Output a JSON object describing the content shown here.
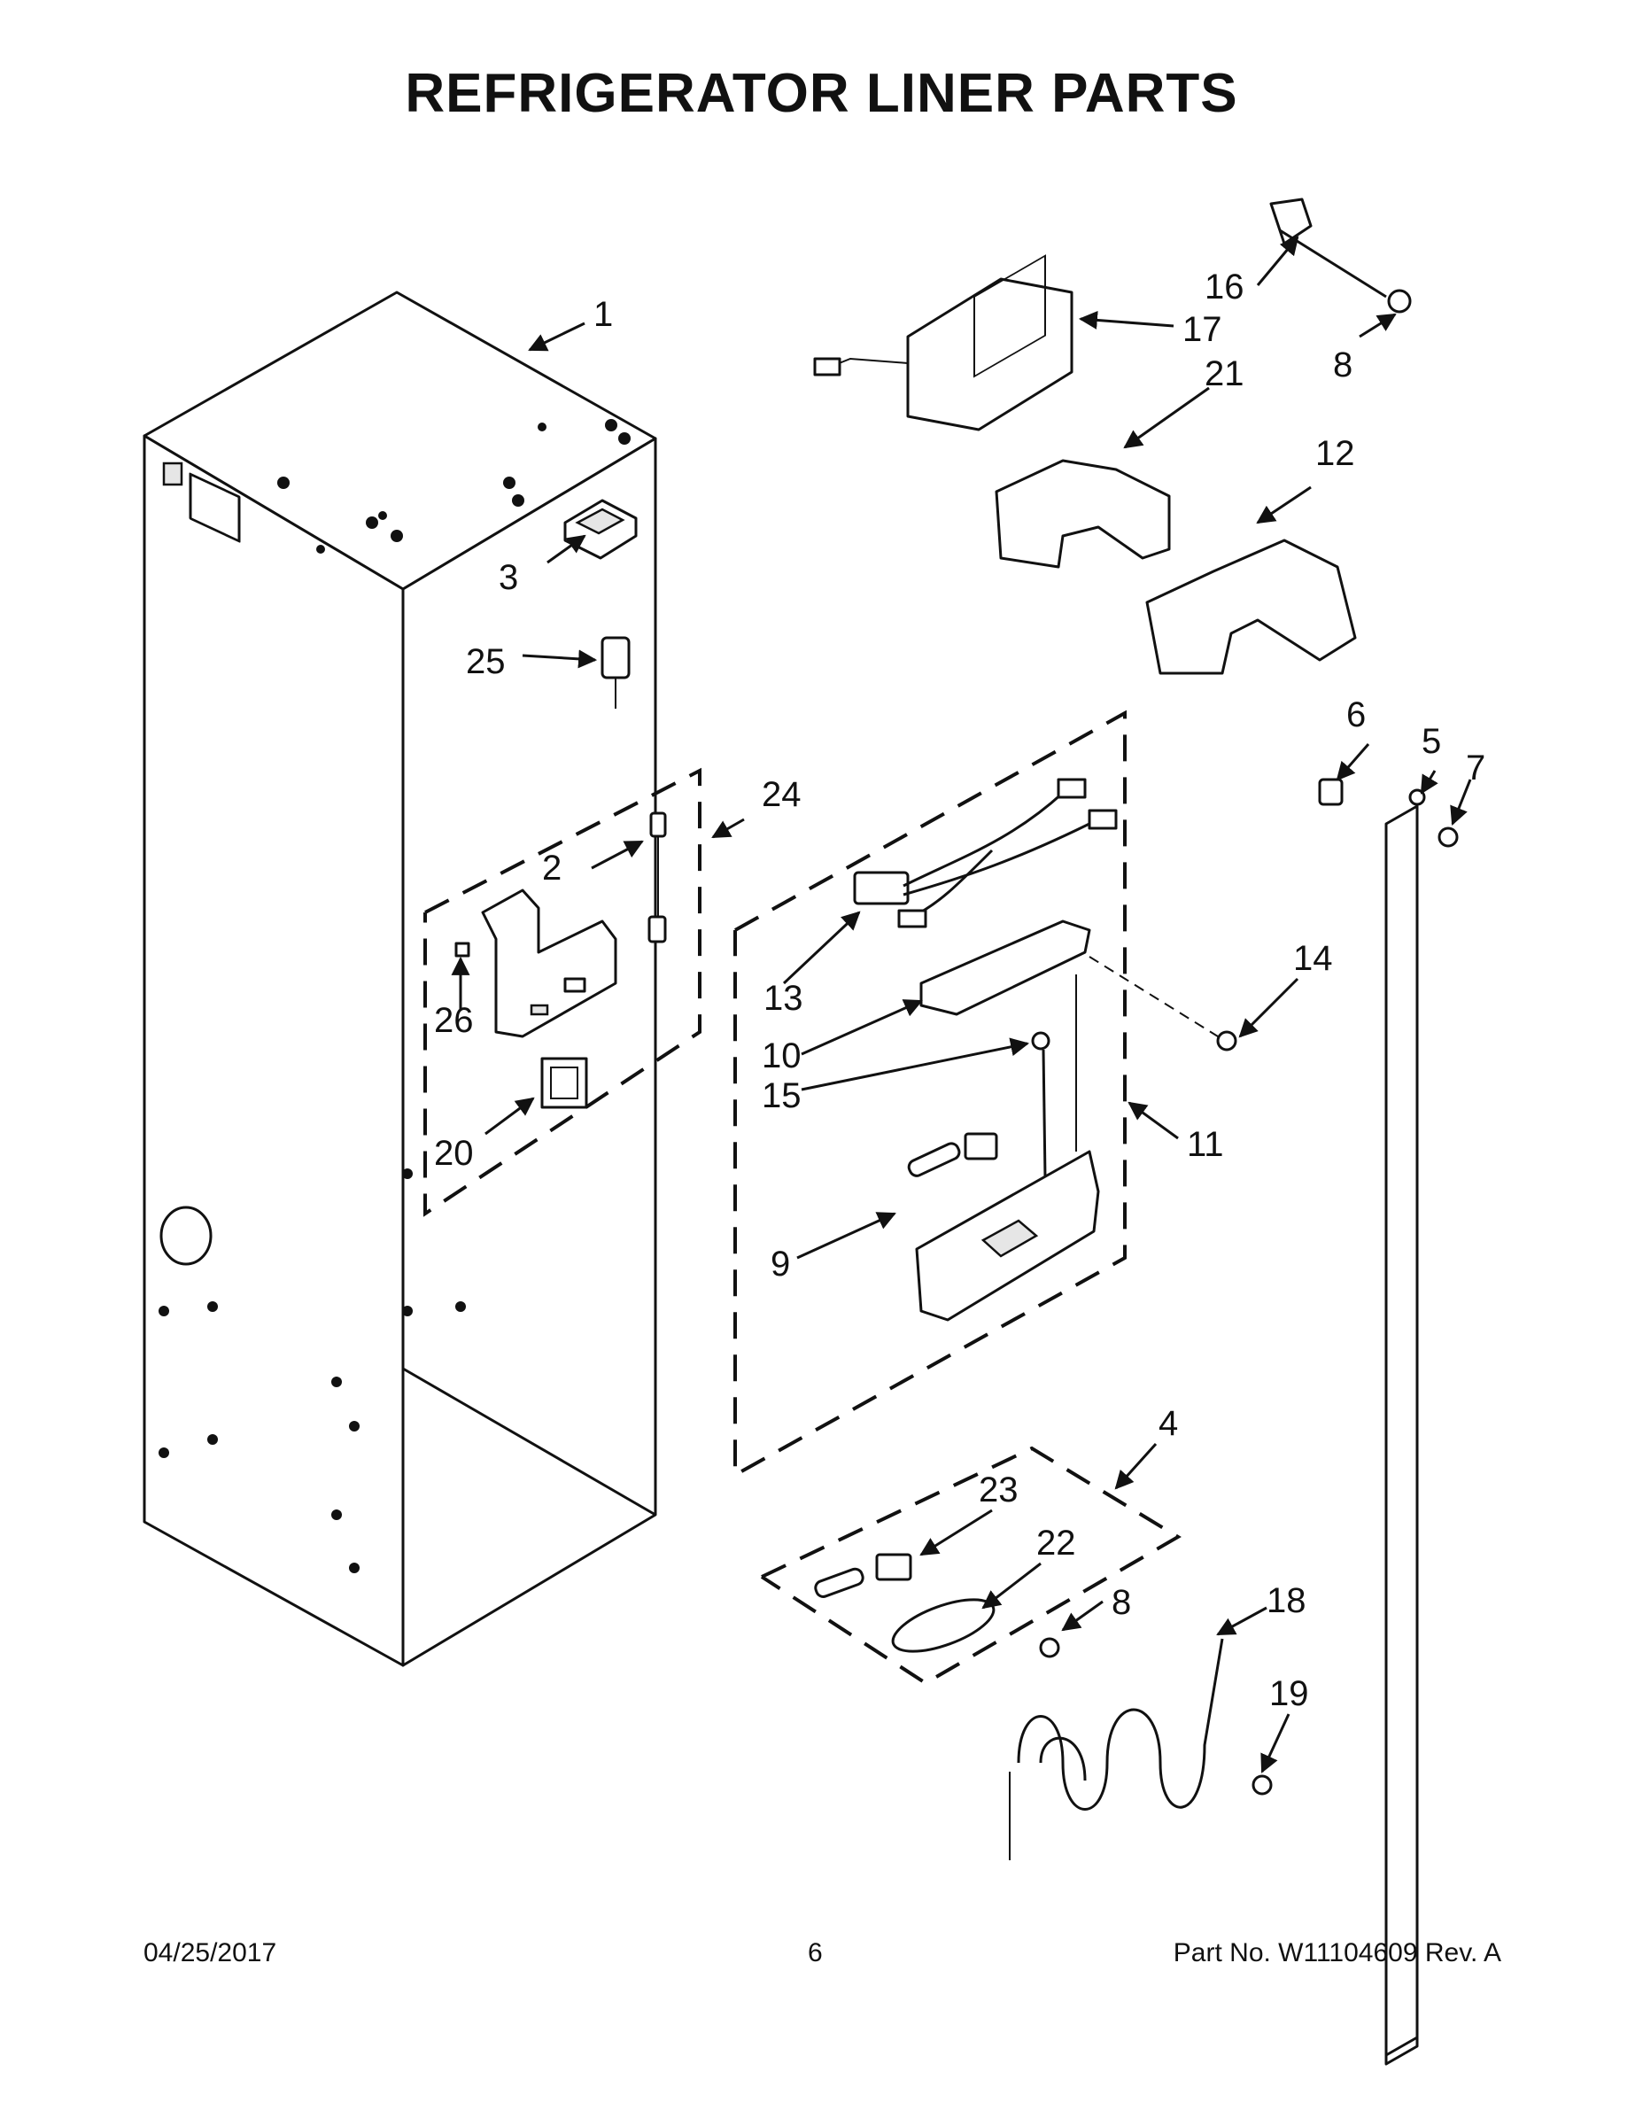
{
  "title": "REFRIGERATOR LINER PARTS",
  "footer": {
    "date": "04/25/2017",
    "page": "6",
    "part_no": "Part No.  W11104609  Rev.  A"
  },
  "callouts": [
    "1",
    "2",
    "3",
    "4",
    "5",
    "6",
    "7",
    "8",
    "9",
    "10",
    "11",
    "12",
    "13",
    "14",
    "15",
    "16",
    "17",
    "18",
    "19",
    "20",
    "21",
    "22",
    "23",
    "24",
    "25",
    "26",
    "8"
  ]
}
